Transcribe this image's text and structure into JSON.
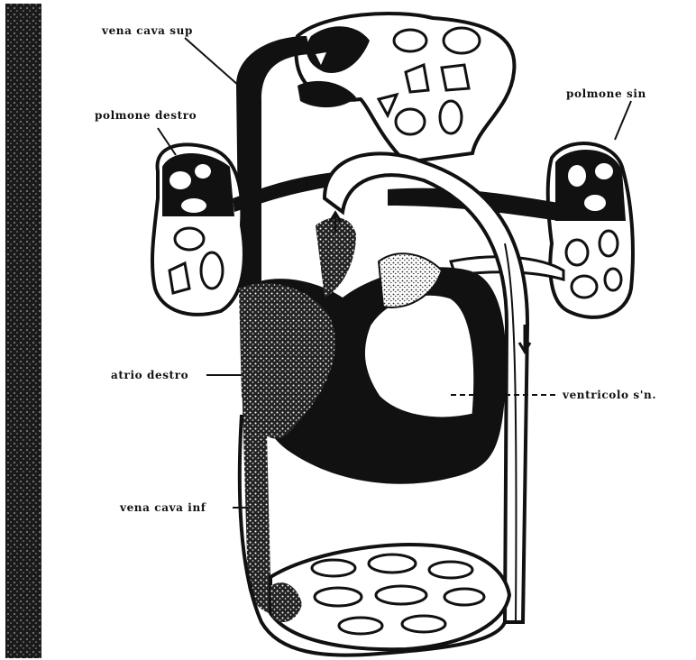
{
  "labels": {
    "vena_cava_sup": "vena cava sup",
    "polmone_destro": "polmone destro",
    "polmone_sin": "polmone sin",
    "atrio_destro": "atrio destro",
    "ventricolo_sin": "ventricolo s'n.",
    "vena_cava_inf": "vena cava inf"
  },
  "colors": {
    "ink": "#111111",
    "paper": "#ffffff",
    "strip": "#1c1c1c"
  }
}
